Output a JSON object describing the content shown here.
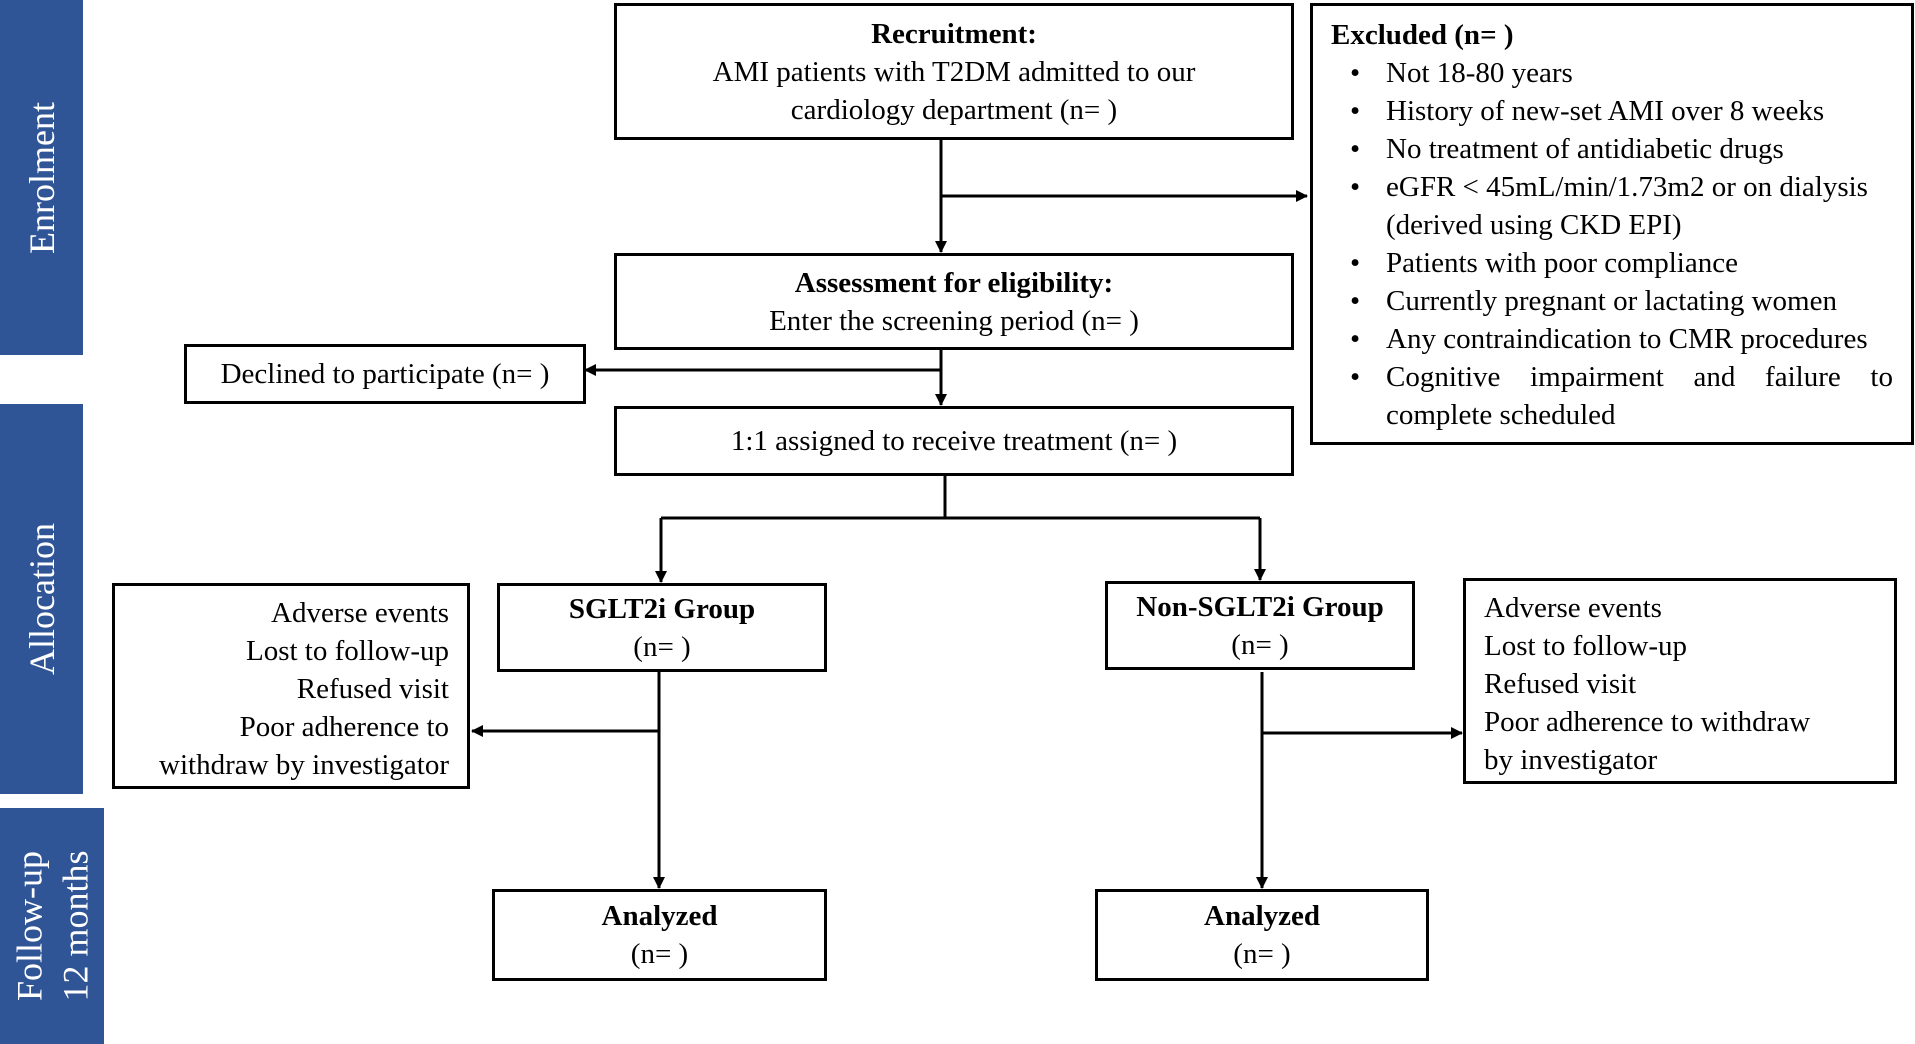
{
  "phases": {
    "enrolment": "Enrolment",
    "allocation": "Allocation",
    "followup_line1": "Follow-up",
    "followup_line2": "12 months"
  },
  "recruitment": {
    "title": "Recruitment:",
    "line1": "AMI patients with T2DM admitted to our",
    "line2": "cardiology department  (n= )"
  },
  "excluded": {
    "title": "Excluded (n= )",
    "items": [
      "Not 18-80 years",
      "History of new-set AMI over 8 weeks",
      "No treatment of antidiabetic drugs",
      "eGFR < 45mL/min/1.73m2  or on dialysis (derived using CKD EPI)",
      "Patients with poor compliance",
      "Currently pregnant or lactating women",
      "Any contraindication to CMR procedures",
      "Cognitive  impairment  and  failure  to complete scheduled"
    ]
  },
  "assessment": {
    "title": "Assessment for eligibility:",
    "line1": "Enter the screening period (n= )"
  },
  "declined": {
    "label": "Declined to participate (n= )"
  },
  "assigned": {
    "label": "1:1 assigned to receive treatment (n= )"
  },
  "sglt2i": {
    "title": "SGLT2i Group",
    "n": "(n= )"
  },
  "non_sglt2i": {
    "title": "Non-SGLT2i Group",
    "n": "(n= )"
  },
  "left_dropout": {
    "lines": [
      "Adverse events",
      "Lost to follow-up",
      "Refused visit",
      "Poor adherence to",
      "withdraw by investigator"
    ]
  },
  "right_dropout": {
    "lines": [
      "Adverse events",
      "Lost to follow-up",
      "Refused  visit",
      "Poor adherence to withdraw",
      "by investigator"
    ]
  },
  "analyzed_left": {
    "title": "Analyzed",
    "n": "(n= )"
  },
  "analyzed_right": {
    "title": "Analyzed",
    "n": "(n= )"
  },
  "colors": {
    "phase_band": "#2f5597",
    "lines": "#000000"
  }
}
